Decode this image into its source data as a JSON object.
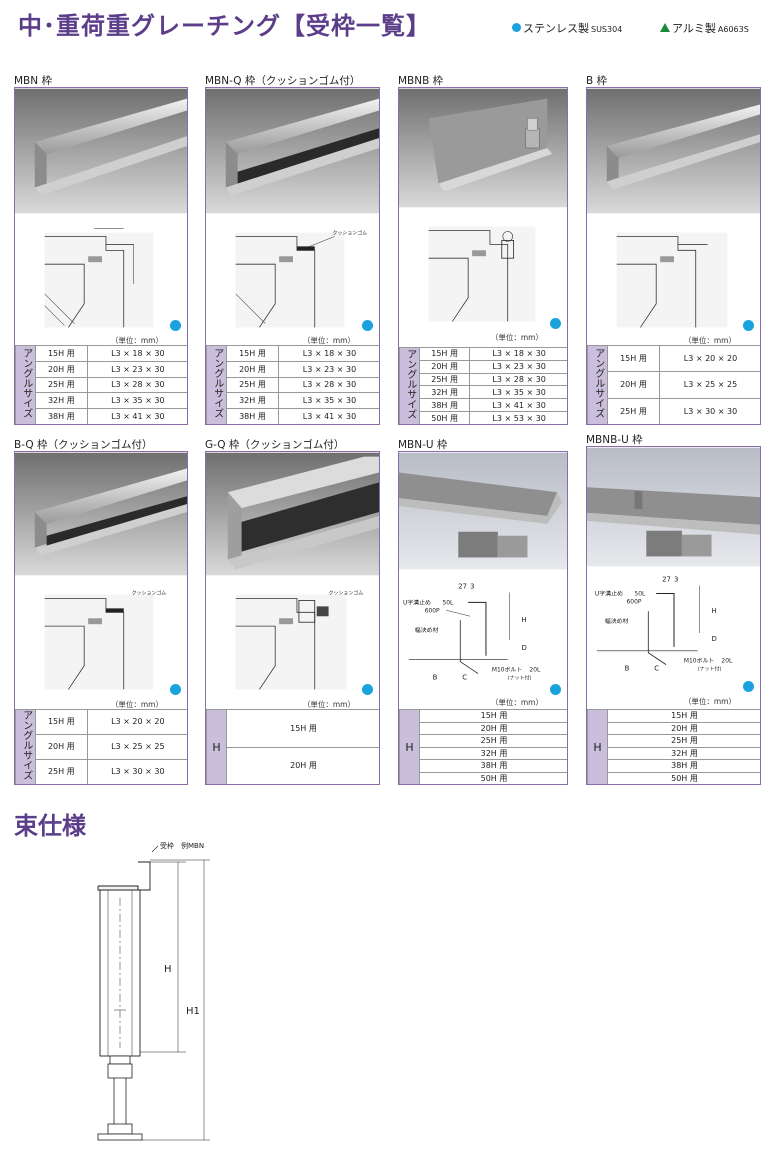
{
  "header": {
    "title": "中･重荷重グレーチング【受枠一覧】",
    "legend_stainless": "ステンレス製",
    "legend_stainless_sub": "SUS304",
    "legend_aluminum": "アルミ製",
    "legend_aluminum_sub": "A6063S",
    "colors": {
      "stainless": "#1aa2dc",
      "aluminum": "#1c8a3c",
      "accent": "#5b3d8a"
    }
  },
  "unit_label": "（単位：mm）",
  "side_angle": "アングルサイズ",
  "side_h": "H",
  "cards": [
    {
      "label": "MBN 枠",
      "rows": [
        [
          "15H 用",
          "L3 × 18 × 30"
        ],
        [
          "20H 用",
          "L3 × 23 × 30"
        ],
        [
          "25H 用",
          "L3 × 28 × 30"
        ],
        [
          "32H 用",
          "L3 × 35 × 30"
        ],
        [
          "38H 用",
          "L3 × 41 × 30"
        ]
      ]
    },
    {
      "label": "MBN-Q 枠（クッションゴム付）",
      "rows": [
        [
          "15H 用",
          "L3 × 18 × 30"
        ],
        [
          "20H 用",
          "L3 × 23 × 30"
        ],
        [
          "25H 用",
          "L3 × 28 × 30"
        ],
        [
          "32H 用",
          "L3 × 35 × 30"
        ],
        [
          "38H 用",
          "L3 × 41 × 30"
        ]
      ]
    },
    {
      "label": "MBNB 枠",
      "rows": [
        [
          "15H 用",
          "L3 × 18 × 30"
        ],
        [
          "20H 用",
          "L3 × 23 × 30"
        ],
        [
          "25H 用",
          "L3 × 28 × 30"
        ],
        [
          "32H 用",
          "L3 × 35 × 30"
        ],
        [
          "38H 用",
          "L3 × 41 × 30"
        ],
        [
          "50H 用",
          "L3 × 53 × 30"
        ]
      ]
    },
    {
      "label": "B 枠",
      "rows": [
        [
          "15H 用",
          "L3 × 20 × 20"
        ],
        [
          "20H 用",
          "L3 × 25 × 25"
        ],
        [
          "25H 用",
          "L3 × 30 × 30"
        ]
      ]
    },
    {
      "label": "B-Q 枠（クッションゴム付）",
      "rows": [
        [
          "15H 用",
          "L3 × 20 × 20"
        ],
        [
          "20H 用",
          "L3 × 25 × 25"
        ],
        [
          "25H 用",
          "L3 × 30 × 30"
        ]
      ]
    },
    {
      "label": "G-Q 枠（クッションゴム付）",
      "rows": [
        [
          "15H 用"
        ],
        [
          "20H 用"
        ]
      ]
    },
    {
      "label": "MBN-U 枠",
      "rows": [
        [
          "15H 用"
        ],
        [
          "20H 用"
        ],
        [
          "25H 用"
        ],
        [
          "32H 用"
        ],
        [
          "38H 用"
        ],
        [
          "50H 用"
        ]
      ]
    },
    {
      "label": "MBNB-U 枠",
      "rows": [
        [
          "15H 用"
        ],
        [
          "20H 用"
        ],
        [
          "25H 用"
        ],
        [
          "32H 用"
        ],
        [
          "38H 用"
        ],
        [
          "50H 用"
        ]
      ]
    }
  ],
  "diagram_text": {
    "cushion": "クッションゴム",
    "d27": "27",
    "d3": "3",
    "u_stop": "U字溝止め",
    "len50": "50L",
    "pitch": "600P",
    "kanuki": "幅決め材",
    "bolt": "M10ボルト",
    "bolt_len": "20L",
    "nut": "(ナット付)",
    "b": "B",
    "c": "C",
    "h": "H",
    "d": "D"
  },
  "section": {
    "title": "束仕様",
    "frame_label": "受枠　例MBN",
    "h": "H",
    "h1": "H1"
  }
}
